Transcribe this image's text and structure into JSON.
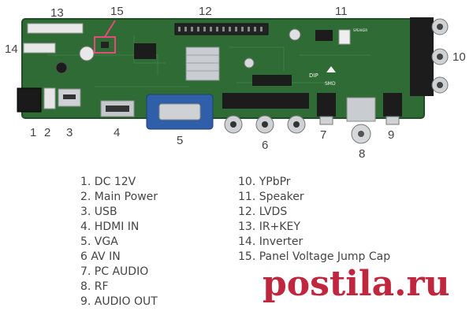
{
  "callouts": {
    "c1": "1",
    "c2": "2",
    "c3": "3",
    "c4": "4",
    "c5": "5",
    "c6": "6",
    "c7": "7",
    "c8": "8",
    "c9": "9",
    "c10": "10",
    "c11": "11",
    "c12": "12",
    "c13": "13",
    "c14": "14",
    "c15": "15"
  },
  "legend_left": [
    "1. DC 12V",
    "2. Main Power",
    "3. USB",
    "4. HDMI IN",
    "5. VGA",
    "6 AV IN",
    "7. PC AUDIO",
    "8. RF",
    "9. AUDIO OUT"
  ],
  "legend_right": [
    "10. YPbPr",
    "11. Speaker",
    "12. LVDS",
    "13. IR+KEY",
    "14. Inverter",
    "15. Panel Voltage Jump Cap"
  ],
  "board_text": {
    "dip": "DIP",
    "smd": "SMD",
    "speaker_label": "SPEAKER"
  },
  "watermark": "postila.ru",
  "colors": {
    "pcb": "#2f6b35",
    "pcb_dark": "#1f4d25",
    "highlight": "#e64a7a",
    "watermark": "#c0263d",
    "vga": "#2f5fa8"
  }
}
